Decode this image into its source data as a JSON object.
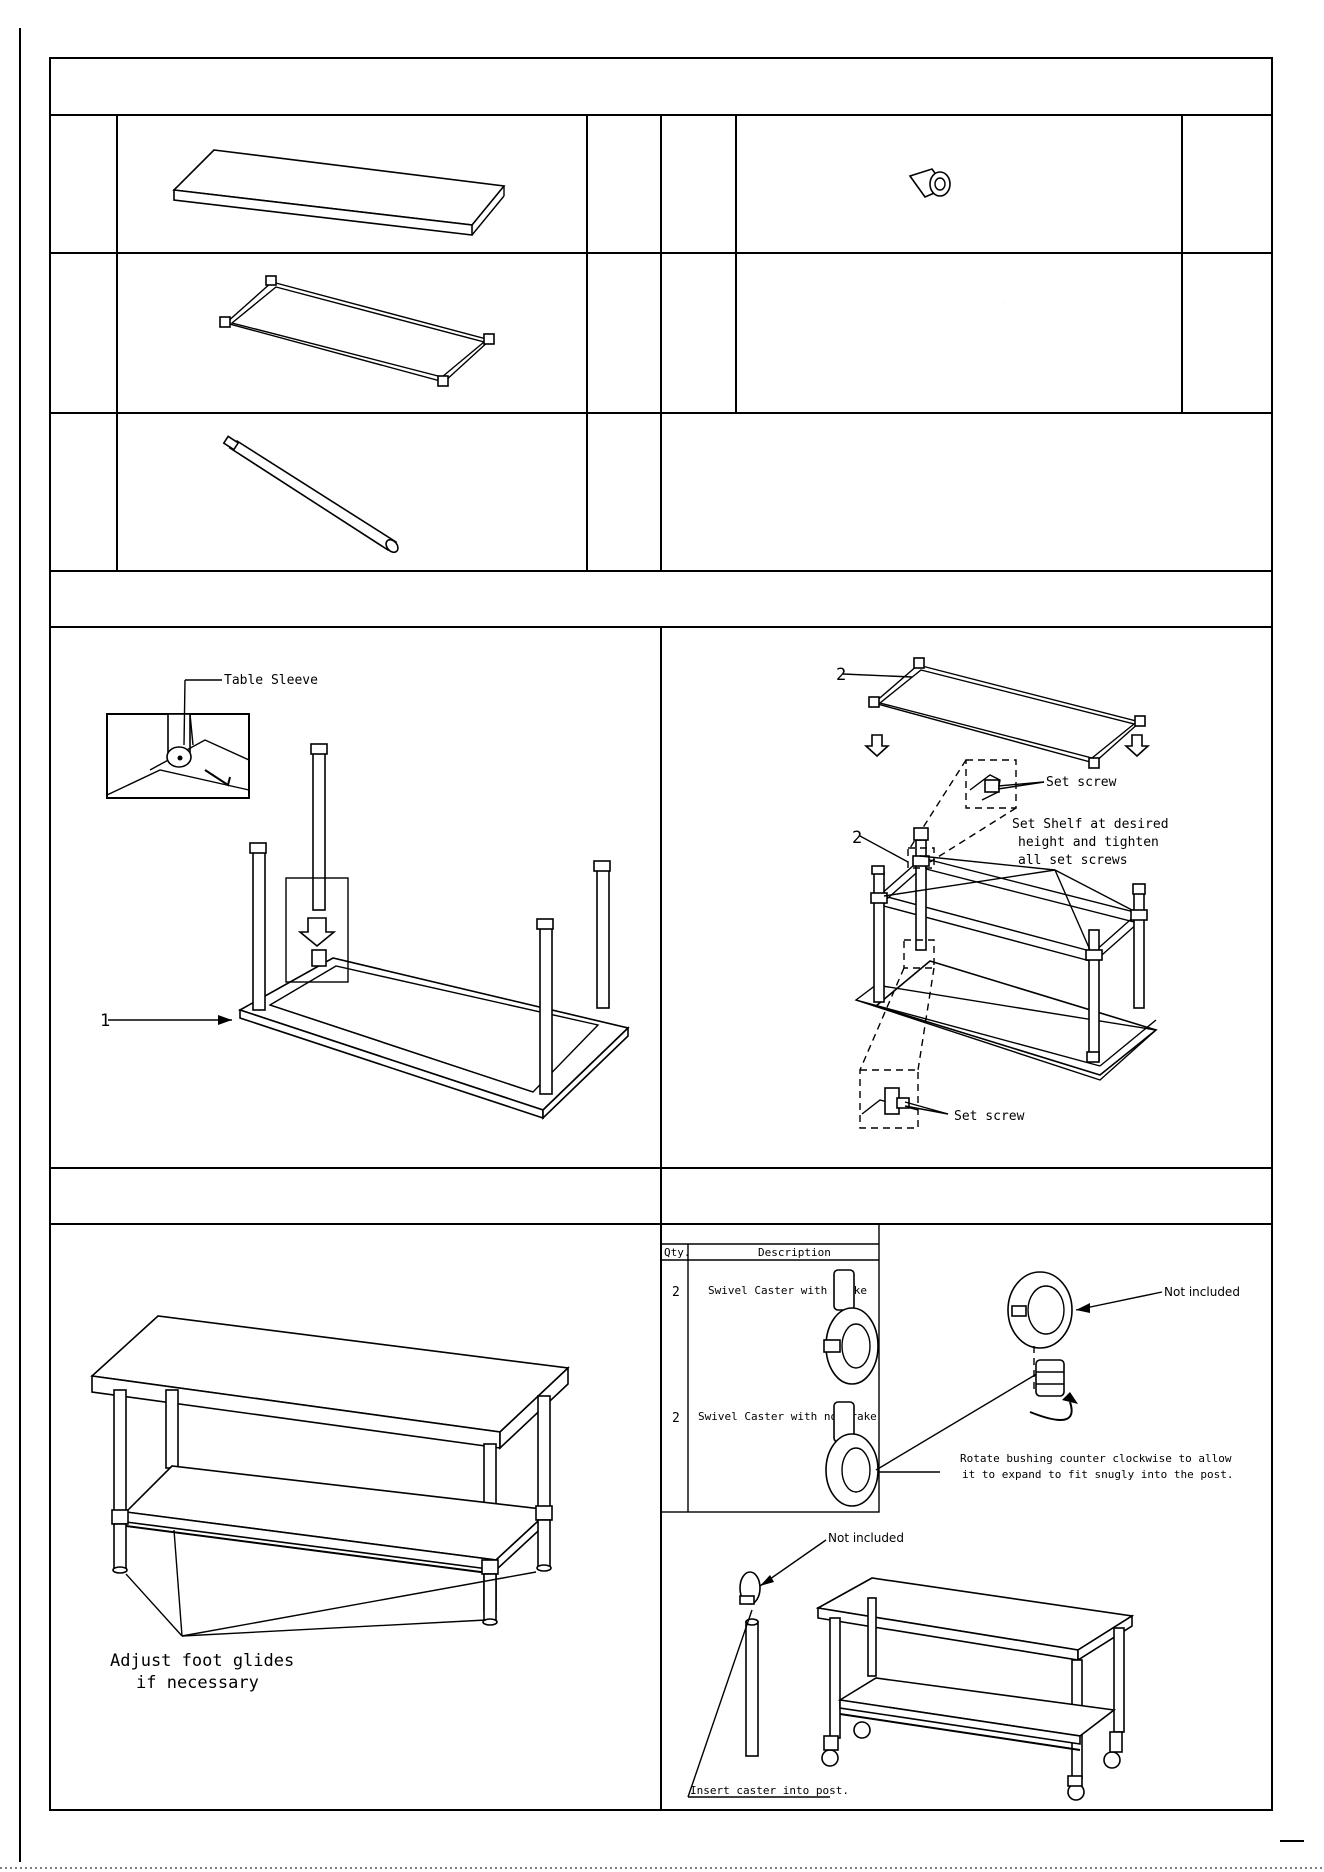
{
  "labels": {
    "table_sleeve": "Table Sleeve",
    "part_1": "1",
    "part_2a": "2",
    "part_2b": "2",
    "set_screw_top": "Set screw",
    "set_shelf_1": "Set Shelf at desired",
    "set_shelf_2": "height and tighten",
    "set_shelf_3": "all set screws",
    "set_screw_bottom": "Set screw",
    "adjust_1": "Adjust foot glides",
    "adjust_2": "if necessary",
    "rotate_1": "Rotate bushing counter clockwise to allow",
    "rotate_2": "it to expand to fit snugly into the post.",
    "not_included_1": "Not included",
    "not_included_2": "Not included",
    "insert_caster": "Insert caster into post."
  },
  "caster_table": {
    "headers": [
      "Qty.",
      "Description"
    ],
    "rows": [
      {
        "qty": "2",
        "description": "Swivel Caster with Brake"
      },
      {
        "qty": "2",
        "description": "Swivel Caster with  no Brake"
      }
    ]
  }
}
